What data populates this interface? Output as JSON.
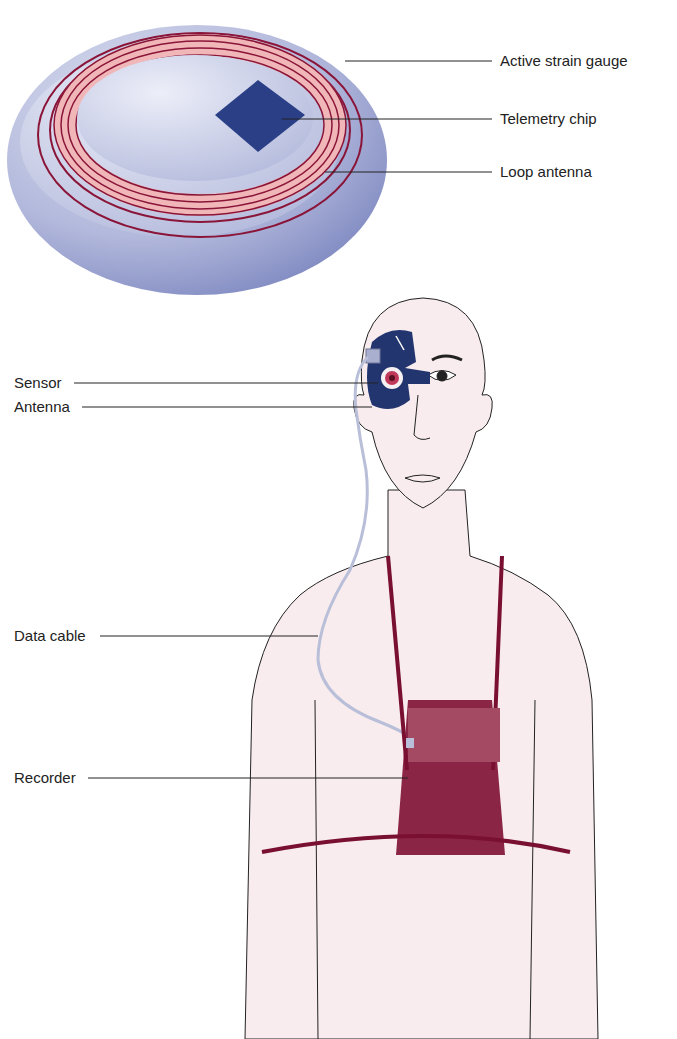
{
  "diagram": {
    "labels": [
      "Active strain gauge",
      "Telemetry chip",
      "Loop antenna",
      "Sensor",
      "Antenna",
      "Data cable",
      "Recorder"
    ]
  }
}
